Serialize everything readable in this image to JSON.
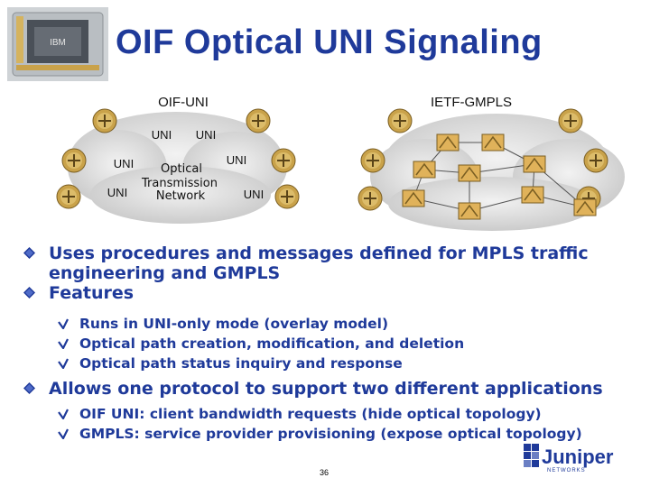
{
  "title": "OIF Optical UNI Signaling",
  "diagram": {
    "left_label": "OIF-UNI",
    "right_label": "IETF-GMPLS",
    "uni_labels": [
      "UNI",
      "UNI",
      "UNI",
      "UNI",
      "UNI",
      "UNI"
    ],
    "network_label_lines": [
      "Optical",
      "Transmission",
      "Network"
    ]
  },
  "bullets": [
    {
      "level": 1,
      "text_lines": [
        "Uses procedures and messages defined for MPLS traffic",
        "engineering and GMPLS"
      ]
    },
    {
      "level": 1,
      "text_lines": [
        "Features"
      ]
    },
    {
      "level": 2,
      "text_lines": [
        "Runs in UNI-only mode (overlay model)"
      ]
    },
    {
      "level": 2,
      "text_lines": [
        "Optical path creation, modification, and deletion"
      ]
    },
    {
      "level": 2,
      "text_lines": [
        "Optical path status inquiry and response"
      ]
    },
    {
      "level": 1,
      "text_lines": [
        "Allows one protocol to support two different applications"
      ]
    },
    {
      "level": 2,
      "text_lines": [
        "OIF UNI: client bandwidth requests (hide optical topology)"
      ]
    },
    {
      "level": 2,
      "text_lines": [
        "GMPLS: service provider provisioning (expose optical topology)"
      ]
    }
  ],
  "page_number": "36",
  "logo": {
    "brand_text": "Juniper",
    "sub_text": "NETWORKS"
  },
  "colors": {
    "accent": "#1f3a9a",
    "bullet_mark": "#1f3a9a",
    "cloud": "#d9d9d9",
    "router": "#c9a24a"
  }
}
